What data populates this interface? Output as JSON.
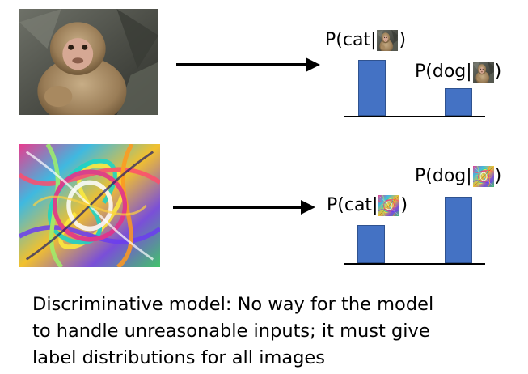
{
  "rows": [
    {
      "image_icon": "monkey-photo",
      "bars": [
        {
          "label_prefix": "P(cat",
          "label_suffix": ")",
          "value": 0.8
        },
        {
          "label_prefix": "P(dog",
          "label_suffix": ")",
          "value": 0.4
        }
      ]
    },
    {
      "image_icon": "noise-swirl-image",
      "bars": [
        {
          "label_prefix": "P(cat",
          "label_suffix": ")",
          "value": 0.55
        },
        {
          "label_prefix": "P(dog",
          "label_suffix": ")",
          "value": 0.95
        }
      ]
    }
  ],
  "caption_lines": [
    "Discriminative model: No way for the model",
    "to handle unreasonable inputs; it must give",
    "label distributions for all images"
  ],
  "colors": {
    "bar": "#4472c4",
    "arrow": "#000000"
  }
}
